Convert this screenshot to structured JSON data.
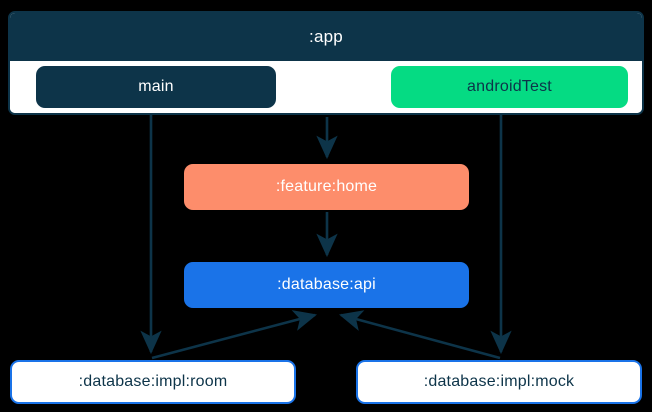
{
  "diagram": {
    "type": "dependency-graph",
    "background_color": "#000000",
    "edge_color": "#0d3449",
    "cluster": {
      "label": ":app",
      "fill": "#ffffff",
      "header_fill": "#0d3449",
      "header_text_color": "#ffffff",
      "border_color": "#0d3449",
      "children": [
        {
          "id": "main",
          "label": "main",
          "fill": "#0d3449",
          "text_color": "#ffffff"
        },
        {
          "id": "androidTest",
          "label": "androidTest",
          "fill": "#05db83",
          "text_color": "#0d3449"
        }
      ]
    },
    "nodes": [
      {
        "id": "feature_home",
        "label": ":feature:home",
        "fill": "#fd8d6b",
        "text_color": "#ffffff"
      },
      {
        "id": "database_api",
        "label": ":database:api",
        "fill": "#1a73e8",
        "text_color": "#ffffff"
      },
      {
        "id": "database_impl_room",
        "label": ":database:impl:room",
        "fill": "#ffffff",
        "text_color": "#0d3449",
        "border_color": "#1a73e8"
      },
      {
        "id": "database_impl_mock",
        "label": ":database:impl:mock",
        "fill": "#ffffff",
        "text_color": "#0d3449",
        "border_color": "#1a73e8"
      }
    ],
    "edges": [
      {
        "from": "main",
        "to": "database_impl_room"
      },
      {
        "from": "app",
        "to": "feature_home"
      },
      {
        "from": "androidTest",
        "to": "database_impl_mock"
      },
      {
        "from": "feature_home",
        "to": "database_api"
      },
      {
        "from": "database_impl_room",
        "to": "database_api"
      },
      {
        "from": "database_impl_mock",
        "to": "database_api"
      }
    ]
  }
}
